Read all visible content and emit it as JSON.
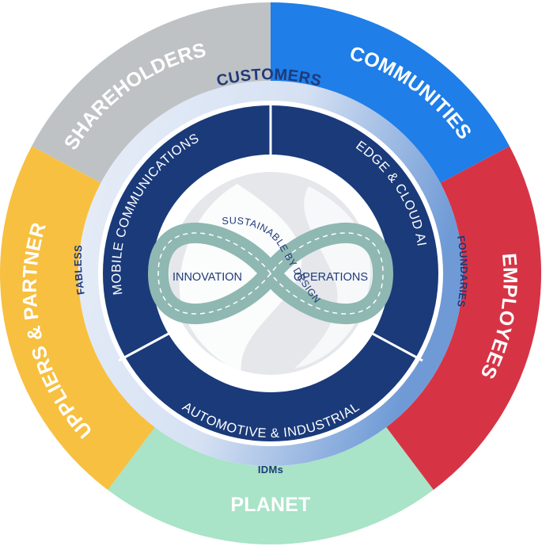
{
  "outer_segments": [
    {
      "id": "shareholders",
      "label": "SHAREHOLDERS",
      "color": "#bfc2c4"
    },
    {
      "id": "communities",
      "label": "COMMUNITIES",
      "color": "#1f7ee8"
    },
    {
      "id": "employees",
      "label": "EMPLOYEES",
      "color": "#d63445"
    },
    {
      "id": "planet",
      "label": "PLANET",
      "color": "#a9e3c8"
    },
    {
      "id": "suppliers",
      "label": "SUPPLIERS & PARTNERS",
      "color": "#f7c040"
    }
  ],
  "middle_ring": {
    "top_label": "CUSTOMERS",
    "left_label": "FABLESS",
    "right_label": "FOUNDARIES",
    "bottom_label": "IDMs",
    "color_light": "#e8eef8",
    "color_dark": "#6f9ad6"
  },
  "inner_segments": [
    {
      "id": "mobile",
      "label": "MOBILE COMMUNICATIONS"
    },
    {
      "id": "edge",
      "label": "EDGE & CLOUD AI"
    },
    {
      "id": "automotive",
      "label": "AUTOMOTIVE & INDUSTRIAL"
    }
  ],
  "inner_color": "#1a3a7a",
  "center": {
    "left_label": "INNOVATION",
    "right_label": "OPERATIONS",
    "road_label_top": "SUSTAINABLE BY DESIGN",
    "road_color": "#8fb8b2"
  }
}
